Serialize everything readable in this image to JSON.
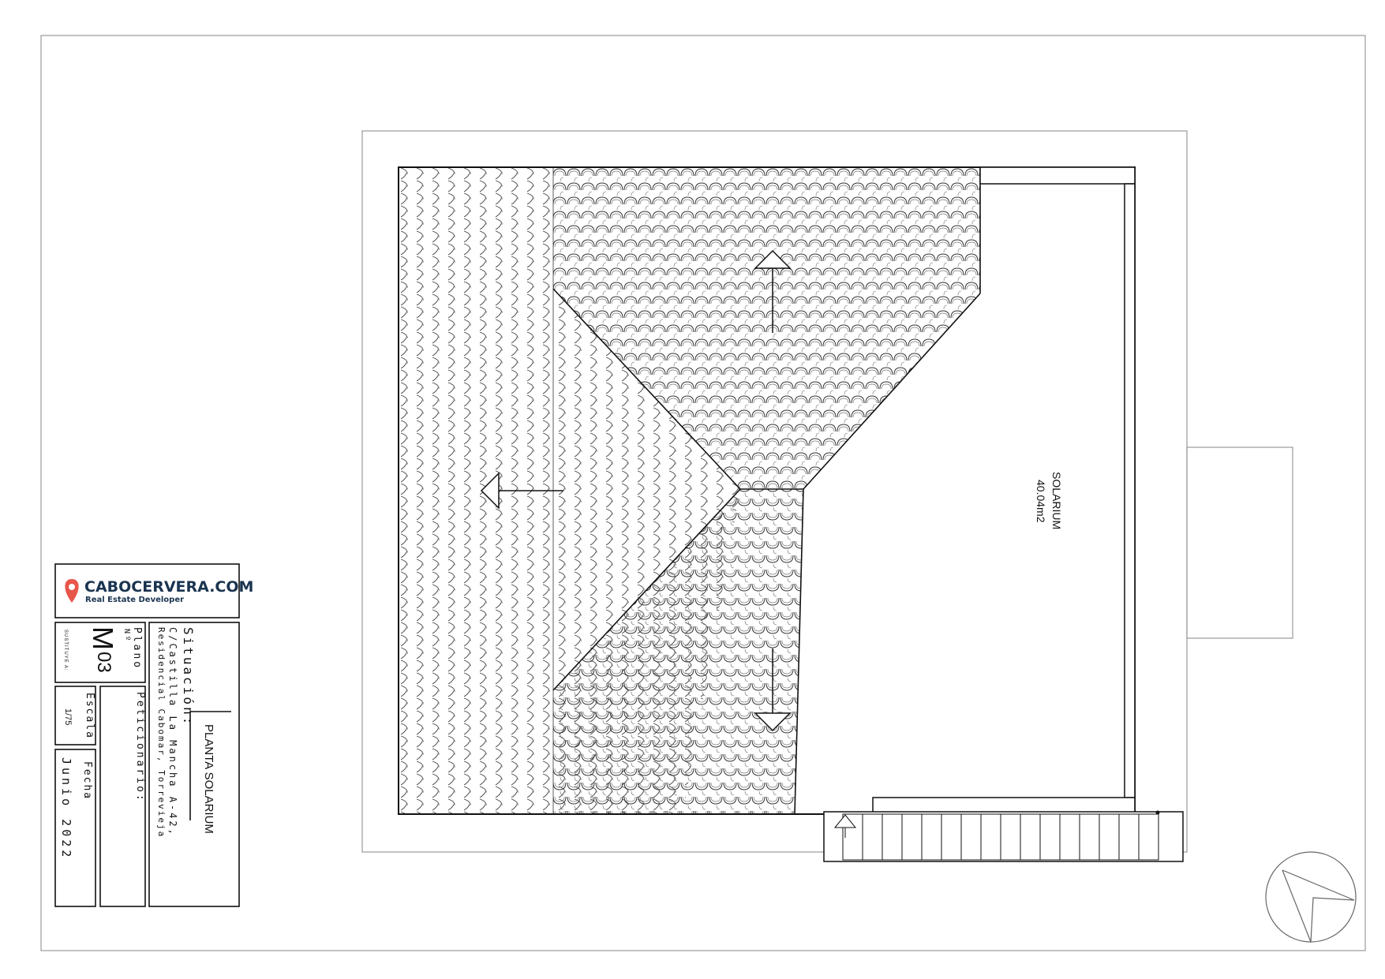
{
  "title_block": {
    "logo": {
      "brand": "CABOCERVERA.COM",
      "tagline": "Real Estate Developer",
      "colors": {
        "brand_text": "#1a3450",
        "pin": "#e8564a"
      }
    },
    "plan_title": "PLANTA SOLARIUM",
    "situacion_label": "Situación:",
    "address_line1": "C/Castilla La Mancha A-42,",
    "address_line2": "Residencial Cabomar, Torrevieja",
    "peticionario_label": "Peticionario:",
    "plano_label": "Plano",
    "numero_label": "Nº",
    "plan_number_letter": "M",
    "plan_number_digits": "03",
    "sustituye_label": "SUSTITUYE A:",
    "escala_label": "Escala",
    "escala_value": "1/75",
    "fecha_label": "Fecha",
    "fecha_value": "Junio 2022"
  },
  "drawing": {
    "room_name": "SOLARIUM",
    "room_area": "40.04m2"
  }
}
